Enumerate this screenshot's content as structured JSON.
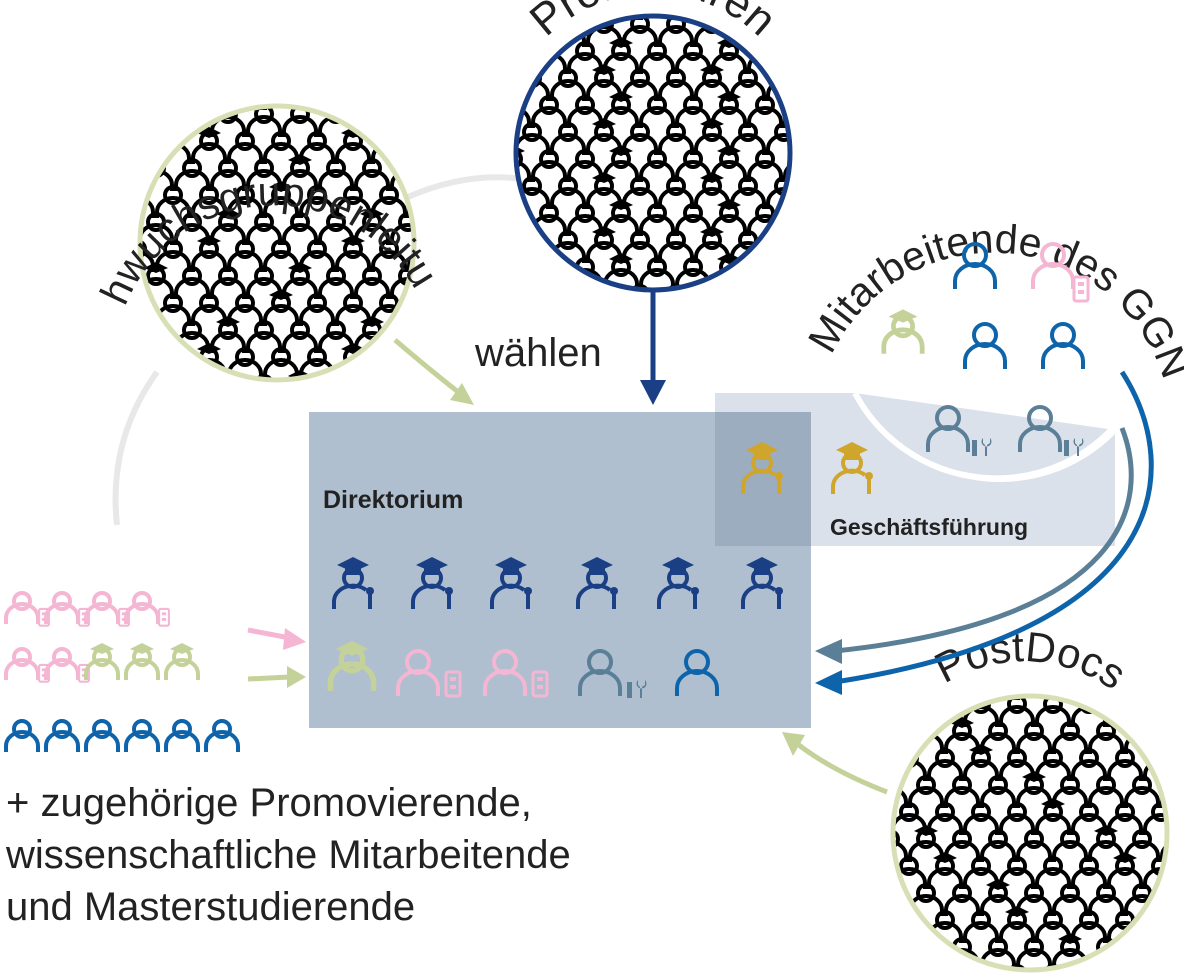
{
  "texts": {
    "professuren": "Professuren",
    "nachwuchs": "Nachwuchsgruppenleitungen",
    "mitarbeitende": "Mitarbeitende des GGN",
    "postdocs": "PostDocs",
    "waehlen": "wählen",
    "direktorium": "Direktorium",
    "geschaeftsfuehrung": "Geschäftsführung",
    "footnote_line1": "+ zugehörige Promovierende,",
    "footnote_line2": "wissenschaftliche Mitarbeitende",
    "footnote_line3": "und Masterstudierende"
  },
  "colors": {
    "dark_blue": "#1a3f85",
    "mid_blue": "#0e64aa",
    "steel": "#5a7f96",
    "pink": "#f4b6d3",
    "olive": "#c4d29a",
    "gold": "#cfa52c",
    "box": "#afbfd0",
    "box_light": "#dbe1ea",
    "grey_line": "#e8e8e8"
  },
  "icons": {
    "direktorium_row1": [
      "professor-icon",
      "professor-icon",
      "professor-icon",
      "professor-icon",
      "professor-icon",
      "professor-icon"
    ],
    "direktorium_row2": [
      "group-leader-icon",
      "admin-staff-icon",
      "admin-staff-icon",
      "technical-staff-icon",
      "postdoc-icon"
    ],
    "geschaeftsfuehrung": [
      "managing-director-icon",
      "managing-director-icon"
    ],
    "mitarbeitende": [
      "group-leader-icon",
      "postdoc-icon",
      "admin-staff-icon",
      "postdoc-icon",
      "postdoc-icon",
      "technical-staff-icon",
      "technical-staff-icon"
    ]
  }
}
